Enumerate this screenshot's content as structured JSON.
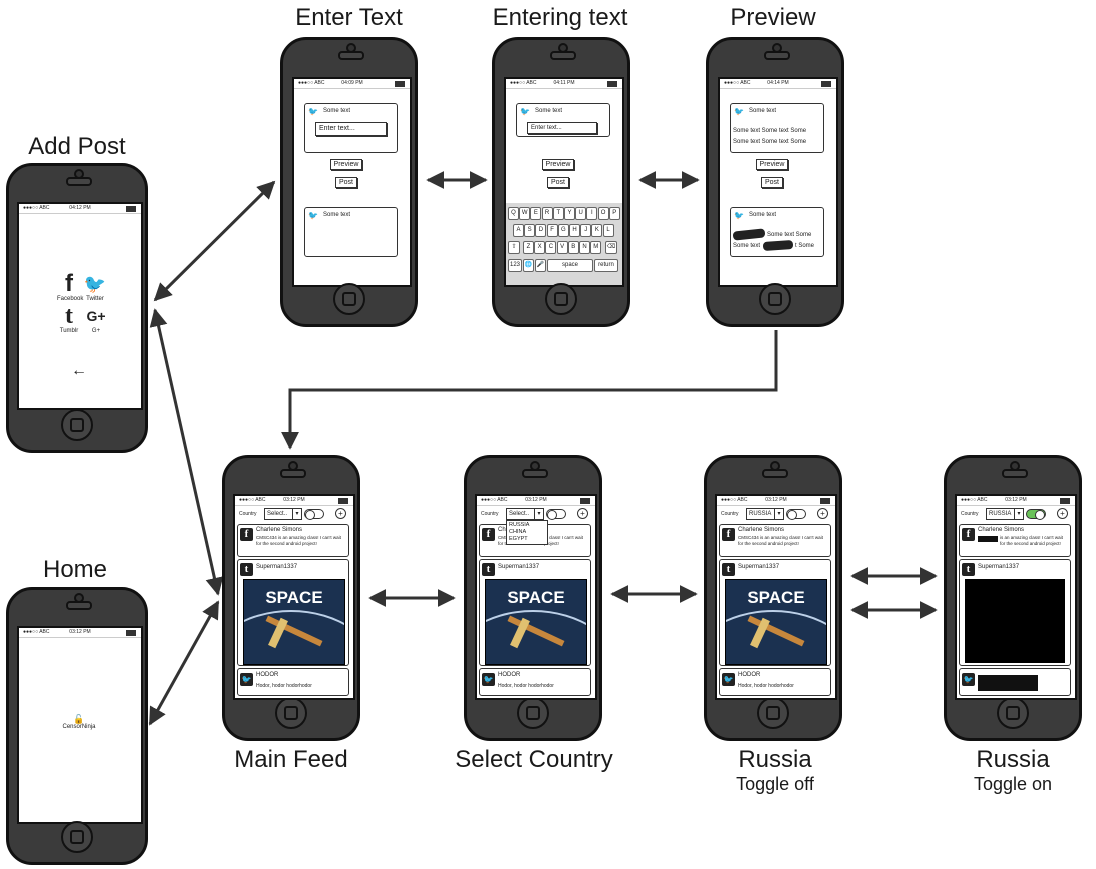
{
  "captions": {
    "add_post": "Add Post",
    "enter_text": "Enter Text",
    "entering_text": "Entering text",
    "preview": "Preview",
    "home": "Home",
    "main_feed": "Main Feed",
    "select_country": "Select Country",
    "russia_off_title": "Russia",
    "russia_off_sub": "Toggle off",
    "russia_on_title": "Russia",
    "russia_on_sub": "Toggle on"
  },
  "status": {
    "carrier": "●●●○○ ABC",
    "time_enter": "04:09 PM",
    "time_entering": "04:11 PM",
    "time_preview": "04:14 PM",
    "time_add": "04:12 PM",
    "time_feed": "03:12 PM"
  },
  "add_post": {
    "facebook_glyph": "f",
    "twitter_glyph": "🐦",
    "tumblr_glyph": "t",
    "gplus_glyph": "G+",
    "facebook": "Facebook",
    "twitter": "Twitter",
    "tumblr": "Tumblr",
    "gplus": "G+",
    "back_glyph": "←"
  },
  "compose": {
    "some_text": "Some text",
    "placeholder": "Enter text...",
    "preview_btn": "Preview",
    "post_btn": "Post",
    "preview_line1": "Some text Some text Some",
    "preview_line2": "Some text Some text Some",
    "censored_line1": "Some text Some",
    "censored_line2": "Some text",
    "censored_line2b": "t Some"
  },
  "keyboard": {
    "row1": [
      "Q",
      "W",
      "E",
      "R",
      "T",
      "Y",
      "U",
      "I",
      "O",
      "P"
    ],
    "row2": [
      "A",
      "S",
      "D",
      "F",
      "G",
      "H",
      "J",
      "K",
      "L"
    ],
    "row3": [
      "Z",
      "X",
      "C",
      "V",
      "B",
      "N",
      "M"
    ],
    "shift": "⇧",
    "delete": "⌫",
    "num": "123",
    "globe": "🌐",
    "mic": "🎤",
    "space": "space",
    "return": "return"
  },
  "home": {
    "app_name": "CensorNinja",
    "lock_glyph": "🔓"
  },
  "feed": {
    "country_label": "Country",
    "select_placeholder": "Select..",
    "russia_value": "RUSSIA",
    "dropdown_options": [
      "RUSSIA",
      "CHINA",
      "EGYPT"
    ],
    "plus": "+",
    "post1_user": "Charlene Simons",
    "post1_text": "CMSC434 is an amazing class! I can't wait for the second android project!",
    "post1_text_censored": "is an amazing class! I can't wait for the second android project!",
    "post2_user": "Superman1337",
    "space_word": "SPACE",
    "post3_user": "HODOR",
    "post3_text": "Hodor, hodor hodorhodor"
  },
  "colors": {
    "phone_body": "#3b3b3b",
    "toggle_on": "#6ac259",
    "space_bg": "#1b3150"
  }
}
